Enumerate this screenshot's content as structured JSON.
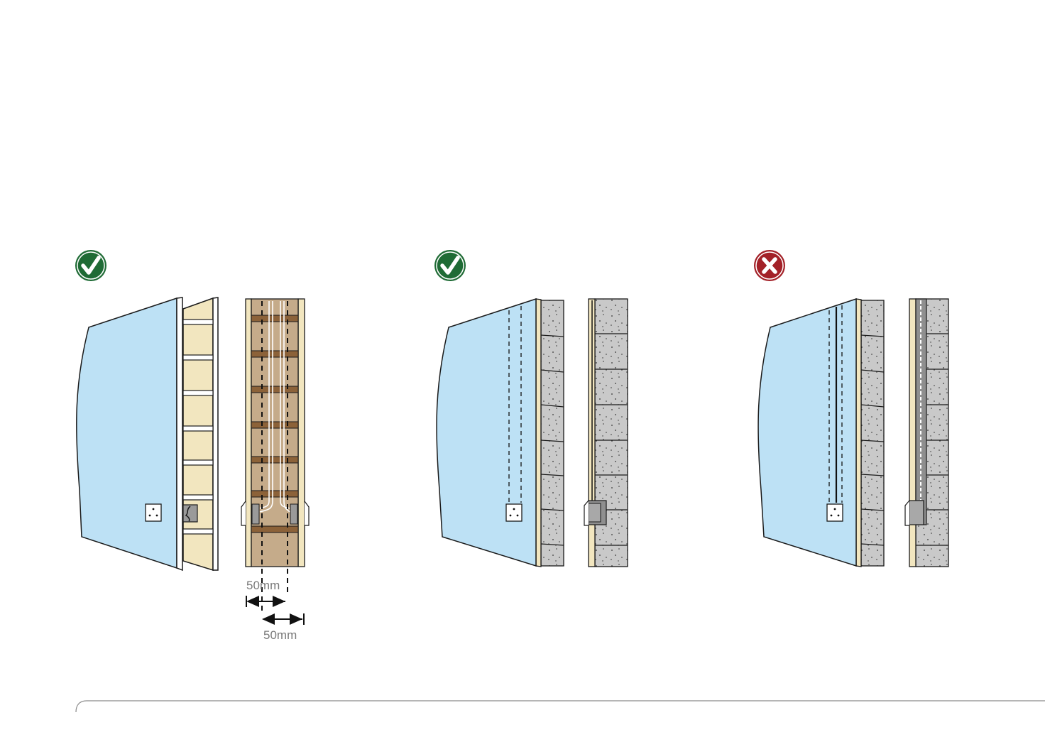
{
  "colors": {
    "ok_badge": "#1f6b35",
    "bad_badge": "#a32128",
    "plasterboard": "#bde1f5",
    "timber_cream": "#f2e6bf",
    "cavity_brown": "#c5ab8a",
    "noggin_brown": "#8c6239",
    "block_grey": "#c9c9c9",
    "outline": "#1a1a1a",
    "dimension_text": "#7a7a7a"
  },
  "panels": [
    {
      "status": "correct",
      "icon": "check-icon"
    },
    {
      "status": "correct",
      "icon": "check-icon"
    },
    {
      "status": "incorrect",
      "icon": "cross-icon"
    }
  ],
  "dimensions": {
    "upper_label": "50mm",
    "lower_label": "50mm"
  }
}
